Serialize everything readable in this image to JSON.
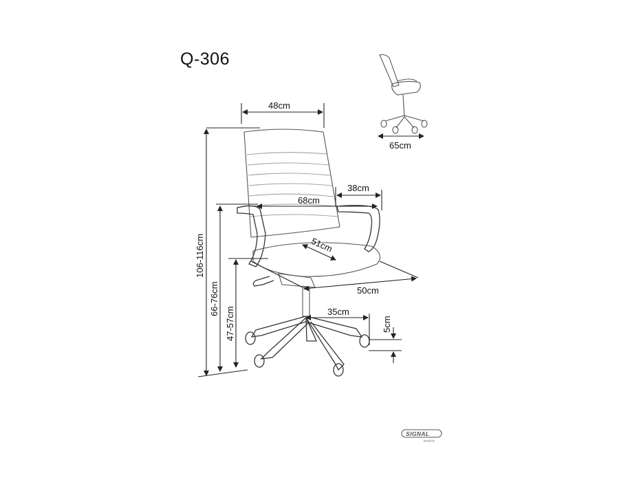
{
  "product": {
    "model": "Q-306"
  },
  "dimensions": {
    "backrest_width": "48cm",
    "overall_width": "68cm",
    "armrest_depth": "38cm",
    "seat_depth": "51cm",
    "seat_width": "50cm",
    "base_radius": "35cm",
    "caster_height": "5cm",
    "total_height": "106-116cm",
    "armrest_height": "66-76cm",
    "seat_height": "47-57cm",
    "side_depth": "65cm"
  },
  "brand": {
    "name": "SIGNAL",
    "tagline": "meble"
  }
}
